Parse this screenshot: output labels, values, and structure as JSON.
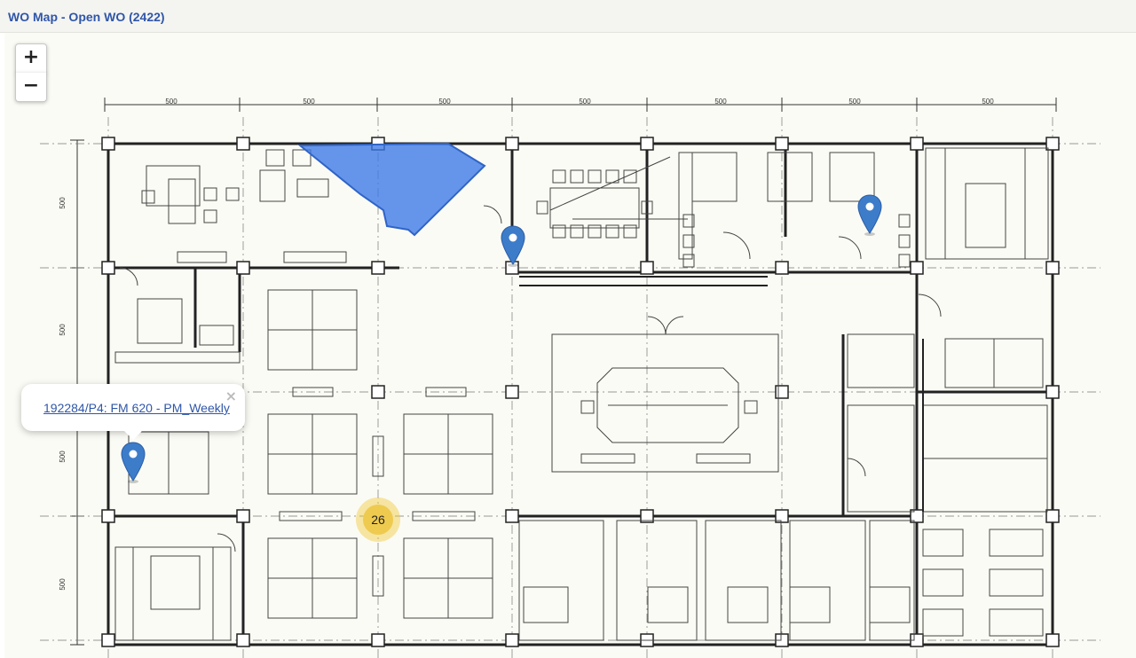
{
  "header": {
    "title": "WO Map - Open WO (2422)"
  },
  "zoom": {
    "in_label": "+",
    "out_label": "−"
  },
  "plan": {
    "dim_top": [
      "500",
      "500",
      "500",
      "500",
      "500",
      "500",
      "500"
    ],
    "dim_left": [
      "500",
      "500",
      "500",
      "500"
    ]
  },
  "popup": {
    "link_text": "192284/P4: FM 620 - PM_Weekly",
    "close_label": "×"
  },
  "cluster": {
    "count": "26"
  },
  "colors": {
    "accent": "#2f56a8",
    "marker": "#3d7cc9",
    "polygon": "#3b78e7",
    "cluster": "#eecb4f"
  }
}
